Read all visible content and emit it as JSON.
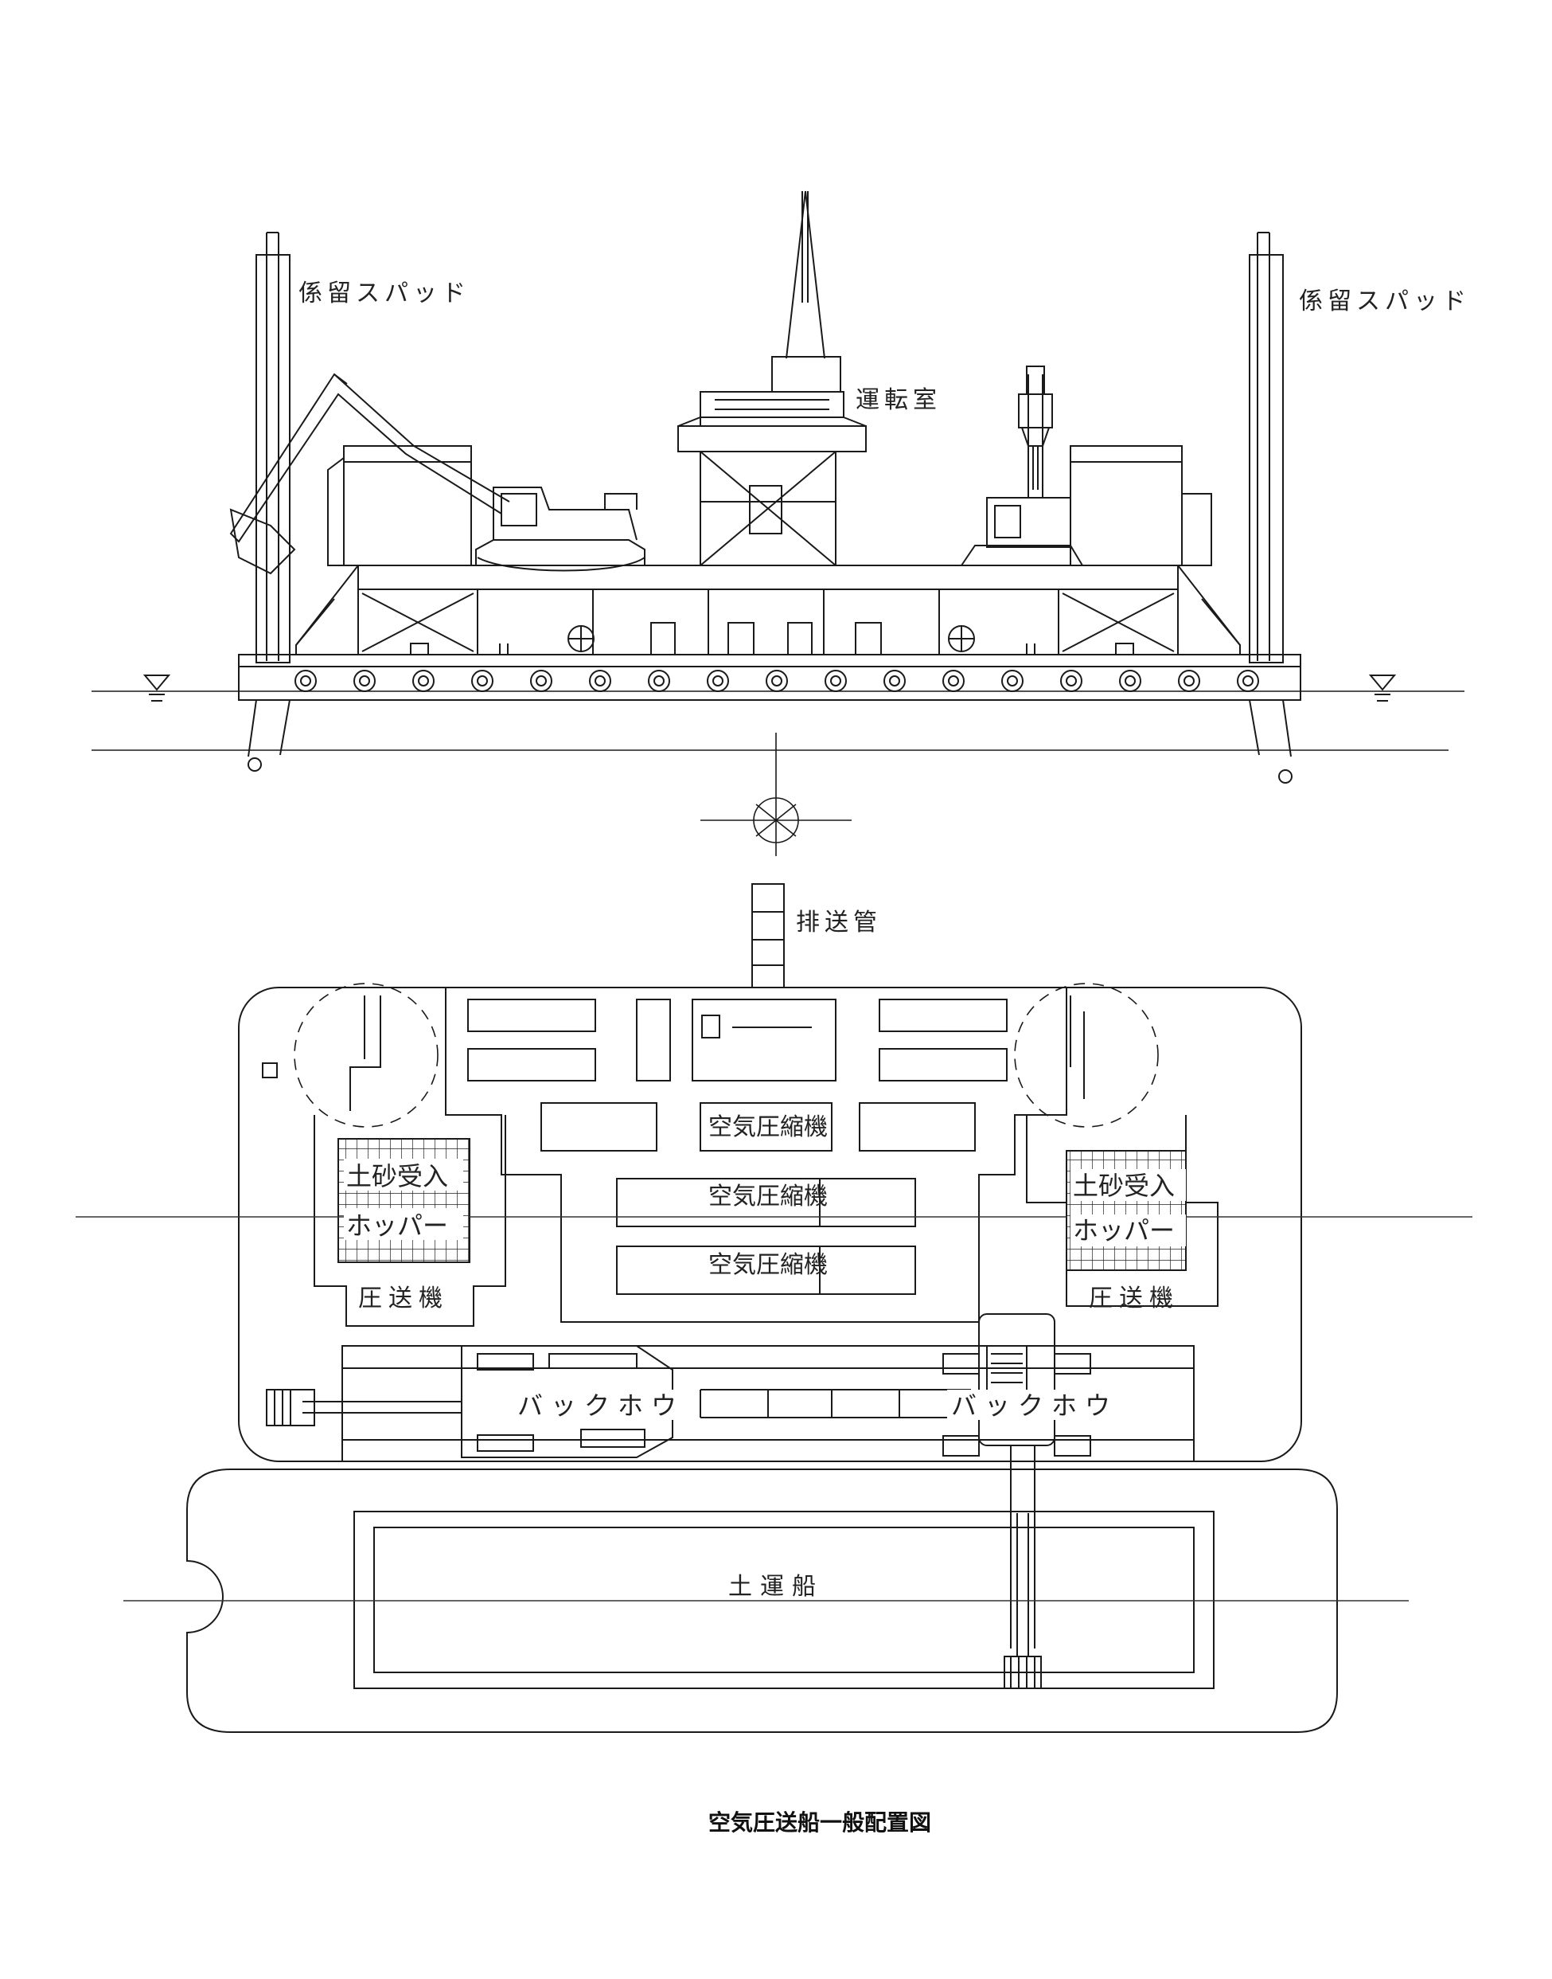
{
  "labels": {
    "spud_left": "係留スパッド",
    "spud_right": "係留スパッド",
    "control_room": "運転室",
    "discharge_pipe": "排送管",
    "compressor_1": "空気圧縮機",
    "compressor_2": "空気圧縮機",
    "compressor_3": "空気圧縮機",
    "hopper_left_1": "土砂受入",
    "hopper_left_2": "ホッパー",
    "hopper_right_1": "土砂受入",
    "hopper_right_2": "ホッパー",
    "pump_left": "圧送機",
    "pump_right": "圧送機",
    "backhoe_left": "バックホウ",
    "backhoe_right": "バックホウ",
    "barge": "土運船"
  },
  "caption": "空気圧送船一般配置図",
  "colors": {
    "line": "#1a1a1a",
    "light": "#555555",
    "background": "#ffffff"
  }
}
